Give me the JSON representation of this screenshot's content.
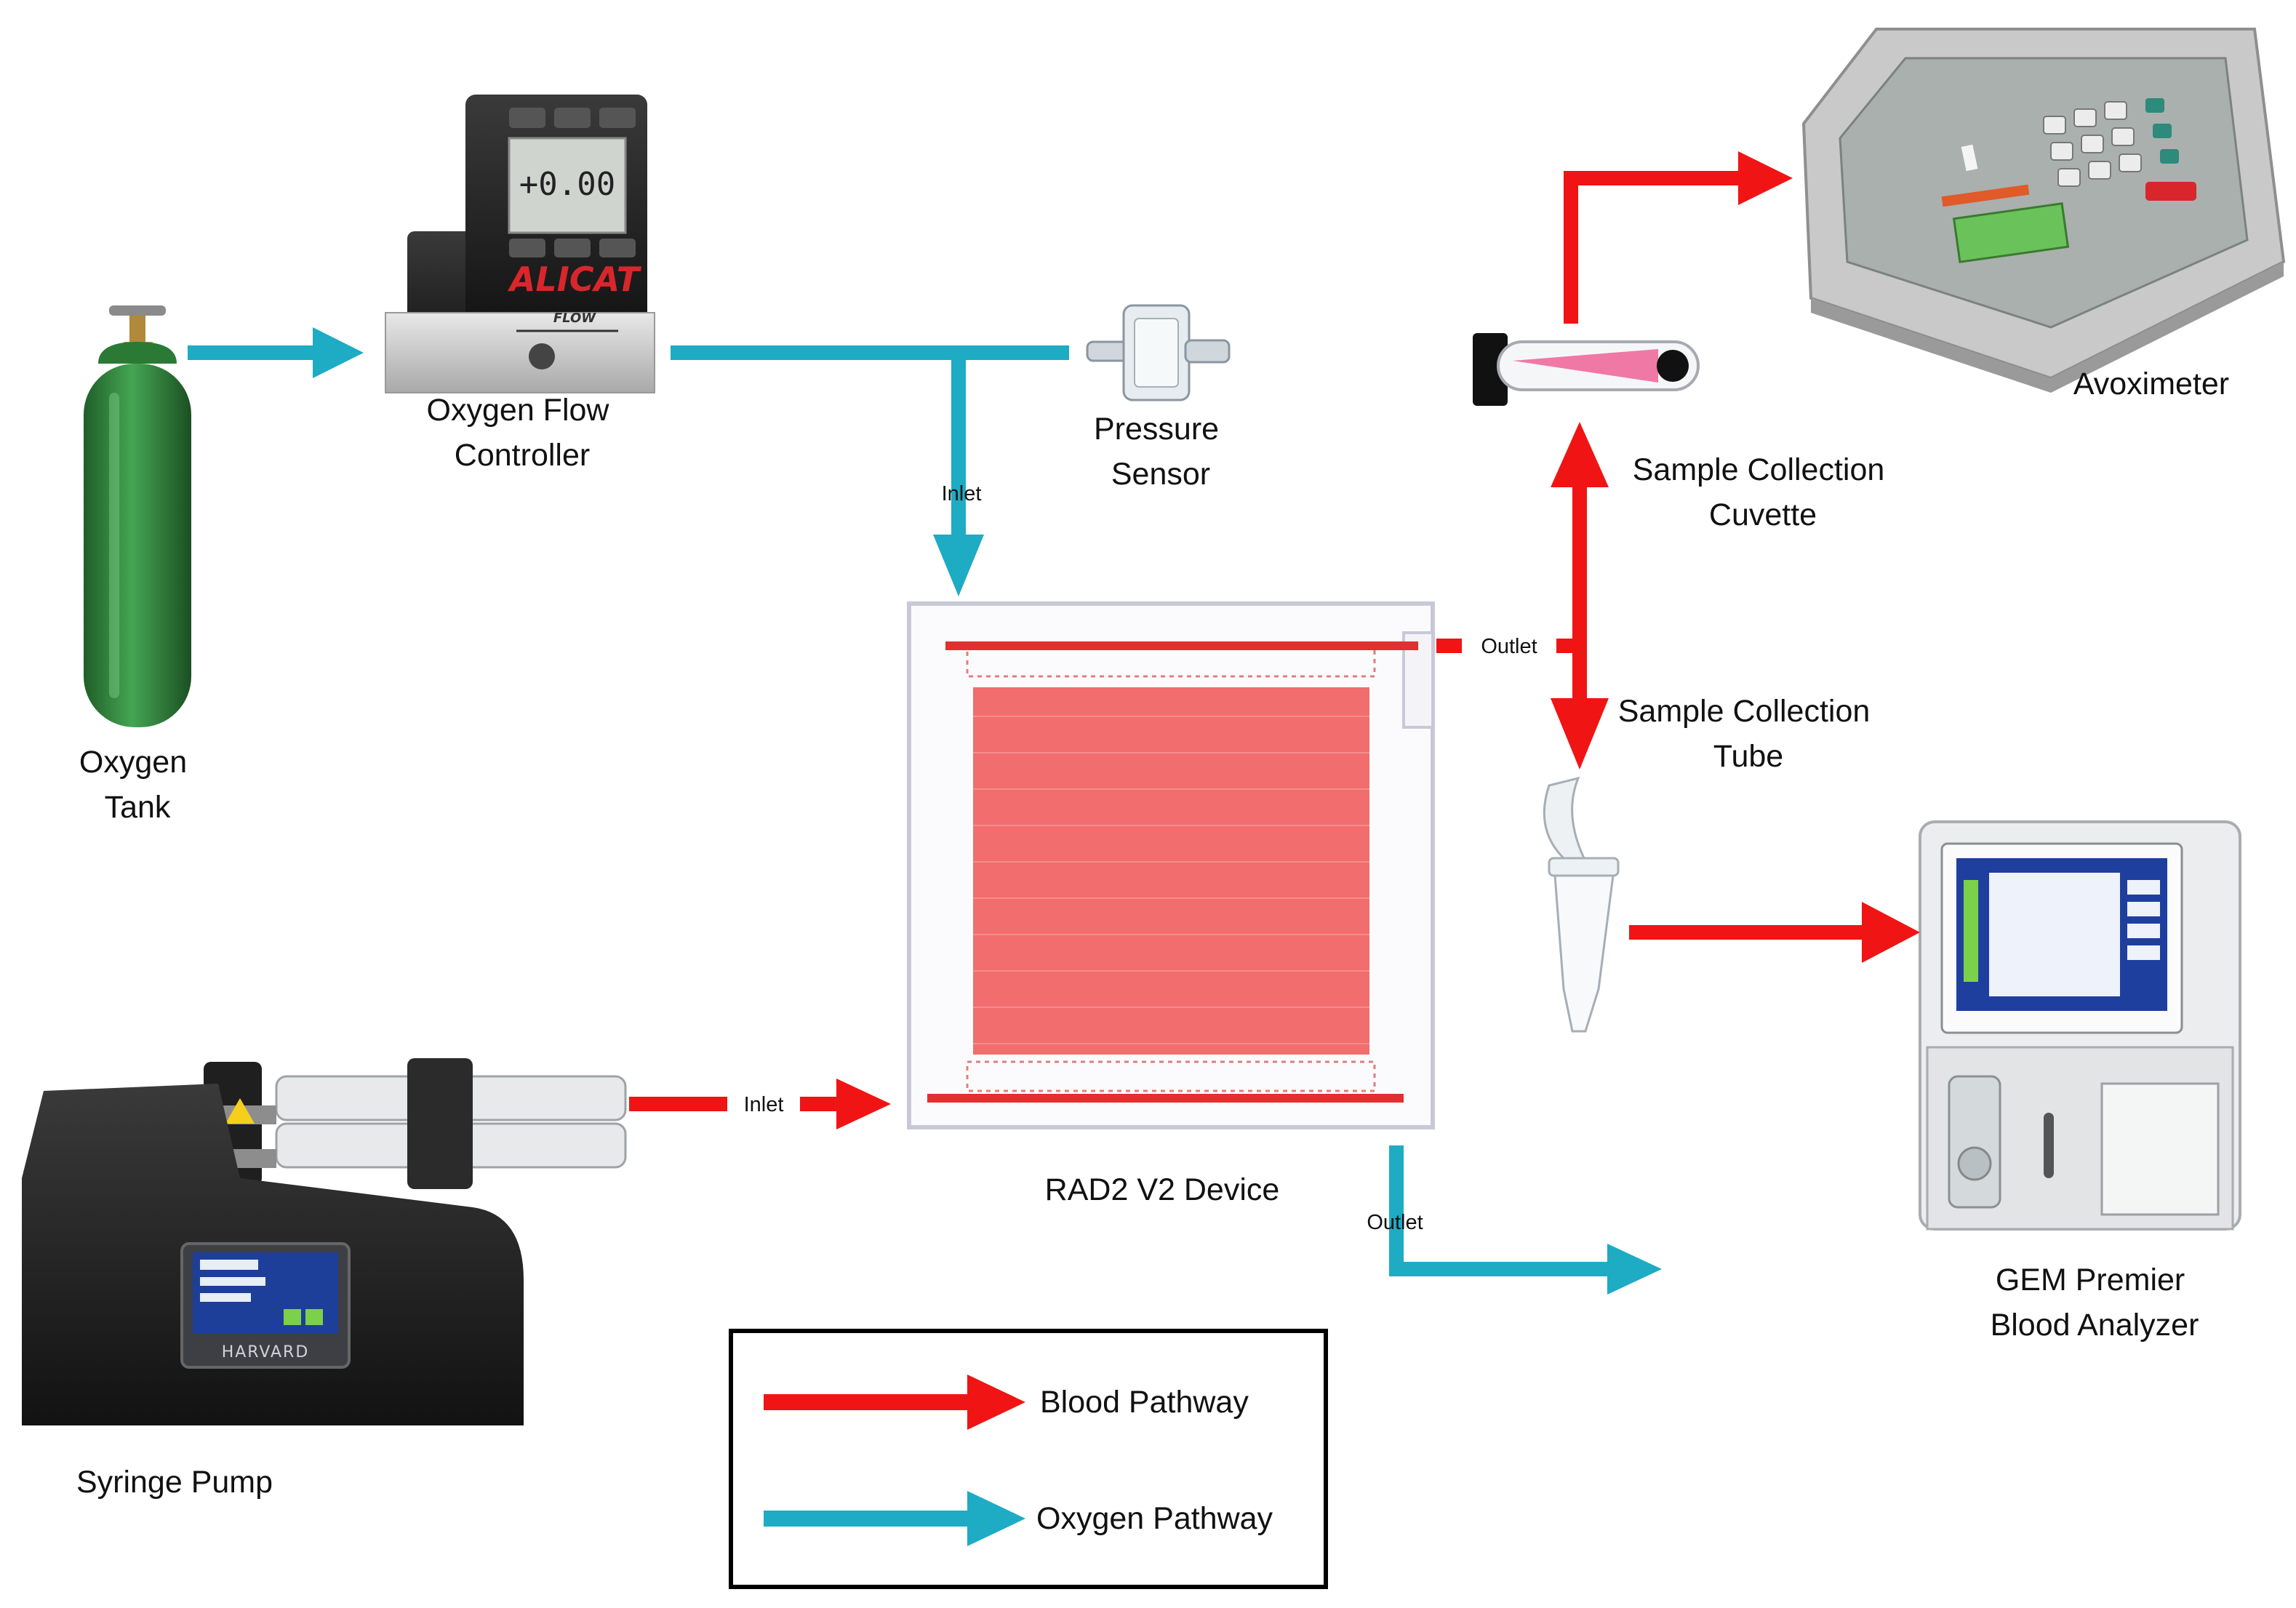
{
  "colors": {
    "blood": "#f01414",
    "oxygen": "#1eabc4",
    "tank": "#2f8a3c",
    "device_fill": "#f26d6d",
    "device_border": "#c8c8d8",
    "legend_border": "#000000"
  },
  "components": {
    "oxygen_tank": [
      "Oxygen",
      "Tank"
    ],
    "flow_controller": [
      "Oxygen Flow",
      "Controller"
    ],
    "flow_display": "+0.00",
    "flow_brand": "ALICAT",
    "flow_tag": "FLOW",
    "pressure_sensor": [
      "Pressure",
      "Sensor"
    ],
    "cuvette": [
      "Sample Collection",
      "Cuvette"
    ],
    "avoximeter": "Avoximeter",
    "tube": [
      "Sample Collection",
      "Tube"
    ],
    "analyzer": [
      "GEM Premier",
      "Blood Analyzer"
    ],
    "device": "RAD2 V2 Device",
    "syringe_pump": "Syringe Pump",
    "pump_brand": "HARVARD"
  },
  "ports": {
    "oxygen_inlet": "Inlet",
    "blood_outlet": "Outlet",
    "blood_inlet": "Inlet",
    "oxygen_outlet": "Outlet"
  },
  "legend": {
    "blood": "Blood Pathway",
    "oxygen": "Oxygen Pathway"
  }
}
